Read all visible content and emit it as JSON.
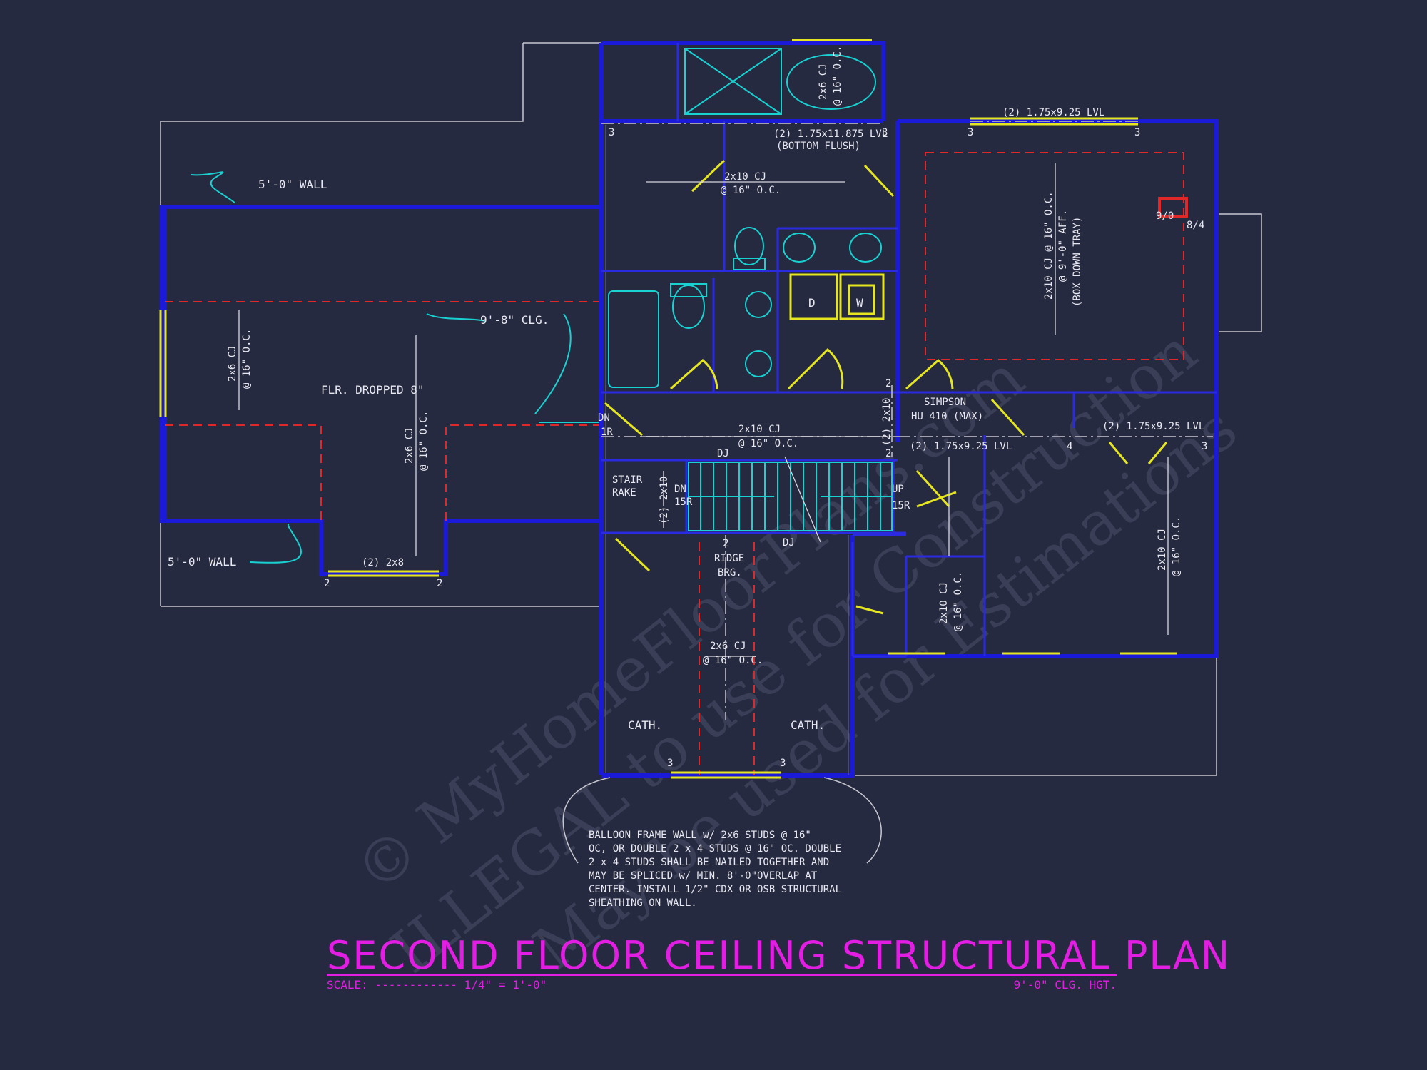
{
  "title": "SECOND FLOOR CEILING STRUCTURAL PLAN",
  "scale_label": "SCALE: ------------ 1/4\" = 1'-0\"",
  "ceiling_height": "9'-0\" CLG. HGT.",
  "watermark_1": "© MyHomeFloorPlans.com",
  "watermark_2": "ILLEGAL to use for Construction",
  "watermark_3": "May be used for Estimations",
  "labels": {
    "wall_top": "5'-0\" WALL",
    "wall_bottom": "5'-0\" WALL",
    "clg": "9'-8\" CLG.",
    "flr_dropped": "FLR. DROPPED 8\"",
    "cj_left_1": "2x6 CJ",
    "cj_left_1b": "@ 16\" O.C.",
    "cj_left_2": "2x6 CJ",
    "cj_left_2b": "@ 16\" O.C.",
    "header_2x8": "(2) 2x8",
    "lvl_bath": "(2) 1.75x11.875 LVL",
    "bottom_flush": "(BOTTOM FLUSH)",
    "cj_bath": "2x10 CJ",
    "cj_bath_b": "@ 16\" O.C.",
    "cj_tub": "2x6 CJ",
    "cj_tub_b": "@ 16\" O.C.",
    "lvl_top_right": "(2) 1.75x9.25 LVL",
    "cj_master": "2x10 CJ @ 16\" O.C.",
    "cj_master_b": "@ 9'-0\" AFF.",
    "box_tray": "(BOX DOWN TRAY)",
    "d90": "9/0",
    "d84": "8/4",
    "dryer": "D",
    "washer": "W",
    "simpson": "SIMPSON",
    "simpson_b": "HU 410 (MAX)",
    "lvl_mid": "(2) 1.75x9.25 LVL",
    "lvl_right": "(2) 1.75x9.25 LVL",
    "header_2x10": "(2) 2x10",
    "header_2x10_b": "(2) 2x10",
    "cj_hall": "2x10 CJ",
    "cj_hall_b": "@ 16\" O.C.",
    "dj_top": "DJ",
    "dj_bottom": "DJ",
    "dn_1r": "DN",
    "dn_1r_b": "1R",
    "stair_rake": "STAIR",
    "stair_rake_b": "RAKE",
    "dn_15r": "DN",
    "dn_15r_b": "15R",
    "up_15r": "UP",
    "up_15r_b": "15R",
    "ridge": "RIDGE",
    "ridge_b": "BRG.",
    "cj_bottom": "2x6 CJ",
    "cj_bottom_b": "@ 16\" O.C.",
    "cath_left": "CATH.",
    "cath_right": "CATH.",
    "cj_closet": "2x10 CJ",
    "cj_closet_b": "@ 16\" O.C.",
    "cj_br": "2x10 CJ",
    "cj_br_b": "@ 16\" O.C.",
    "n2a": "2",
    "n2b": "2",
    "n2c": "2",
    "n2d": "2",
    "n2e": "2",
    "n3a": "3",
    "n3b": "3",
    "n3c": "3",
    "n3d": "3",
    "n3e": "3",
    "n3f": "3",
    "n3g": "3",
    "n4": "4"
  },
  "note_lines": [
    "BALLOON FRAME WALL w/ 2x6 STUDS @ 16\"",
    "OC, OR DOUBLE 2 x 4 STUDS @ 16\" OC. DOUBLE",
    "2 x 4 STUDS SHALL BE NAILED TOGETHER AND",
    "MAY BE SPLICED w/ MIN. 8'-0\"OVERLAP AT",
    "CENTER. INSTALL 1/2\" CDX OR OSB STRUCTURAL",
    "SHEATHING ON WALL."
  ],
  "colors": {
    "background": "#262a40",
    "walls": "#1a1ad8",
    "title": "#e11ee1",
    "fixtures": "#18d2d2",
    "doors": "#e6e620",
    "beams_dashed": "#e02828"
  }
}
